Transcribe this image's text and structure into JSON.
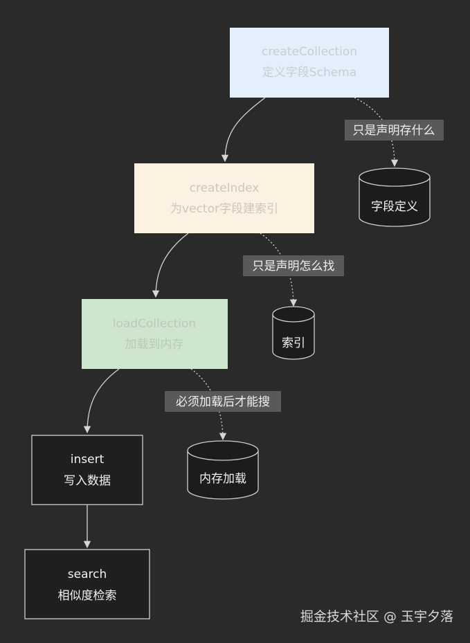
{
  "nodes": {
    "create_collection": {
      "title": "createCollection",
      "subtitle": "定义字段Schema",
      "fill": "#e3f0fc",
      "text_color": "#c8cdd2"
    },
    "create_index": {
      "title": "createIndex",
      "subtitle": "为vector字段建索引",
      "fill": "#fdf1e1",
      "text_color": "#cbc7c1"
    },
    "load_collection": {
      "title": "loadCollection",
      "subtitle": "加载到内存",
      "fill": "#cde6cd",
      "text_color": "#bac9ba"
    },
    "insert": {
      "title": "insert",
      "subtitle": "写入数据",
      "fill": "#1f1f1f",
      "text_color": "#f2f2f2"
    },
    "search": {
      "title": "search",
      "subtitle": "相似度检索",
      "fill": "#1f1f1f",
      "text_color": "#f2f2f2"
    }
  },
  "stores": {
    "field_def": "字段定义",
    "index": "索引",
    "memory_load": "内存加载"
  },
  "edge_labels": {
    "declare_what": "只是声明存什么",
    "declare_how": "只是声明怎么找",
    "must_load": "必须加载后才能搜"
  },
  "watermark": "掘金技术社区 @ 玉宇夕落",
  "colors": {
    "background": "#2a2a2b",
    "edge": "#d6d6d6",
    "edge_label_bg": "#595959",
    "dark_node_border": "#cfcfcf"
  }
}
